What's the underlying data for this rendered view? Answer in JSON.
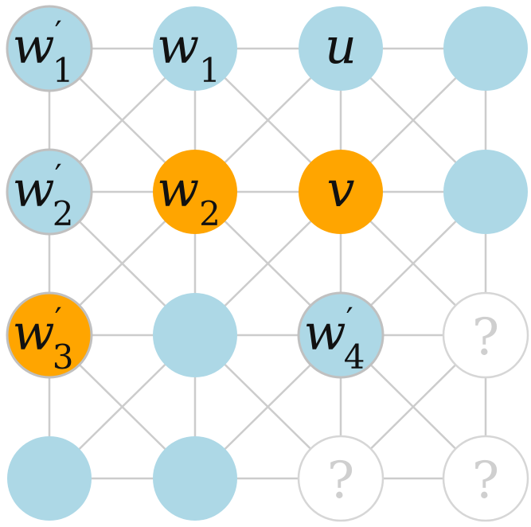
{
  "colors": {
    "background": "#ffffff",
    "default_node": "#add8e6",
    "highlight_node": "#ffa500",
    "unknown_node": "#ffffff",
    "edge": "#cccccc",
    "node_border": "#c0c0c0",
    "unknown_border": "#d6d6d6",
    "unknown_text": "#cfcfcf",
    "label_text": "#111111"
  },
  "grid": {
    "rows": 4,
    "cols": 4
  },
  "nodes": [
    {
      "id": "n00",
      "row": 0,
      "col": 0,
      "state": "default",
      "label": "w",
      "prime": "′",
      "sub": "1"
    },
    {
      "id": "n01",
      "row": 0,
      "col": 1,
      "state": "default",
      "label": "w",
      "prime": "",
      "sub": "1"
    },
    {
      "id": "n02",
      "row": 0,
      "col": 2,
      "state": "default",
      "label": "u",
      "prime": "",
      "sub": ""
    },
    {
      "id": "n03",
      "row": 0,
      "col": 3,
      "state": "default",
      "label": "",
      "prime": "",
      "sub": ""
    },
    {
      "id": "n10",
      "row": 1,
      "col": 0,
      "state": "default",
      "label": "w",
      "prime": "′",
      "sub": "2"
    },
    {
      "id": "n11",
      "row": 1,
      "col": 1,
      "state": "highlight",
      "label": "w",
      "prime": "",
      "sub": "2"
    },
    {
      "id": "n12",
      "row": 1,
      "col": 2,
      "state": "highlight",
      "label": "v",
      "prime": "",
      "sub": ""
    },
    {
      "id": "n13",
      "row": 1,
      "col": 3,
      "state": "default",
      "label": "",
      "prime": "",
      "sub": ""
    },
    {
      "id": "n20",
      "row": 2,
      "col": 0,
      "state": "highlight",
      "label": "w",
      "prime": "′",
      "sub": "3"
    },
    {
      "id": "n21",
      "row": 2,
      "col": 1,
      "state": "default",
      "label": "",
      "prime": "",
      "sub": ""
    },
    {
      "id": "n22",
      "row": 2,
      "col": 2,
      "state": "default",
      "label": "w",
      "prime": "′",
      "sub": "4"
    },
    {
      "id": "n23",
      "row": 2,
      "col": 3,
      "state": "unknown",
      "label": "?",
      "prime": "",
      "sub": ""
    },
    {
      "id": "n30",
      "row": 3,
      "col": 0,
      "state": "default",
      "label": "",
      "prime": "",
      "sub": ""
    },
    {
      "id": "n31",
      "row": 3,
      "col": 1,
      "state": "default",
      "label": "",
      "prime": "",
      "sub": ""
    },
    {
      "id": "n32",
      "row": 3,
      "col": 2,
      "state": "unknown",
      "label": "?",
      "prime": "",
      "sub": ""
    },
    {
      "id": "n33",
      "row": 3,
      "col": 3,
      "state": "unknown",
      "label": "?",
      "prime": "",
      "sub": ""
    }
  ],
  "edges": {
    "orthogonal": true,
    "diagonal": true
  }
}
